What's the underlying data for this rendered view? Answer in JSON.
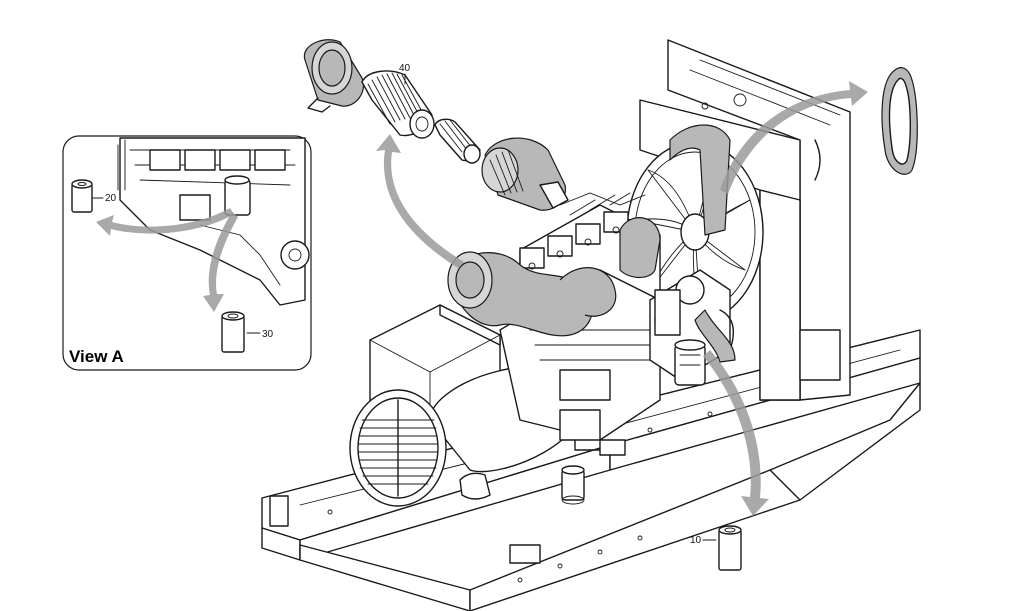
{
  "view_label": "View A",
  "callouts": {
    "c10": "10",
    "c20": "20",
    "c30": "30",
    "c40": "40"
  },
  "colors": {
    "arrow": "#9a9a9a",
    "shade": "#b8b8b8",
    "line": "#1a1a1a"
  }
}
